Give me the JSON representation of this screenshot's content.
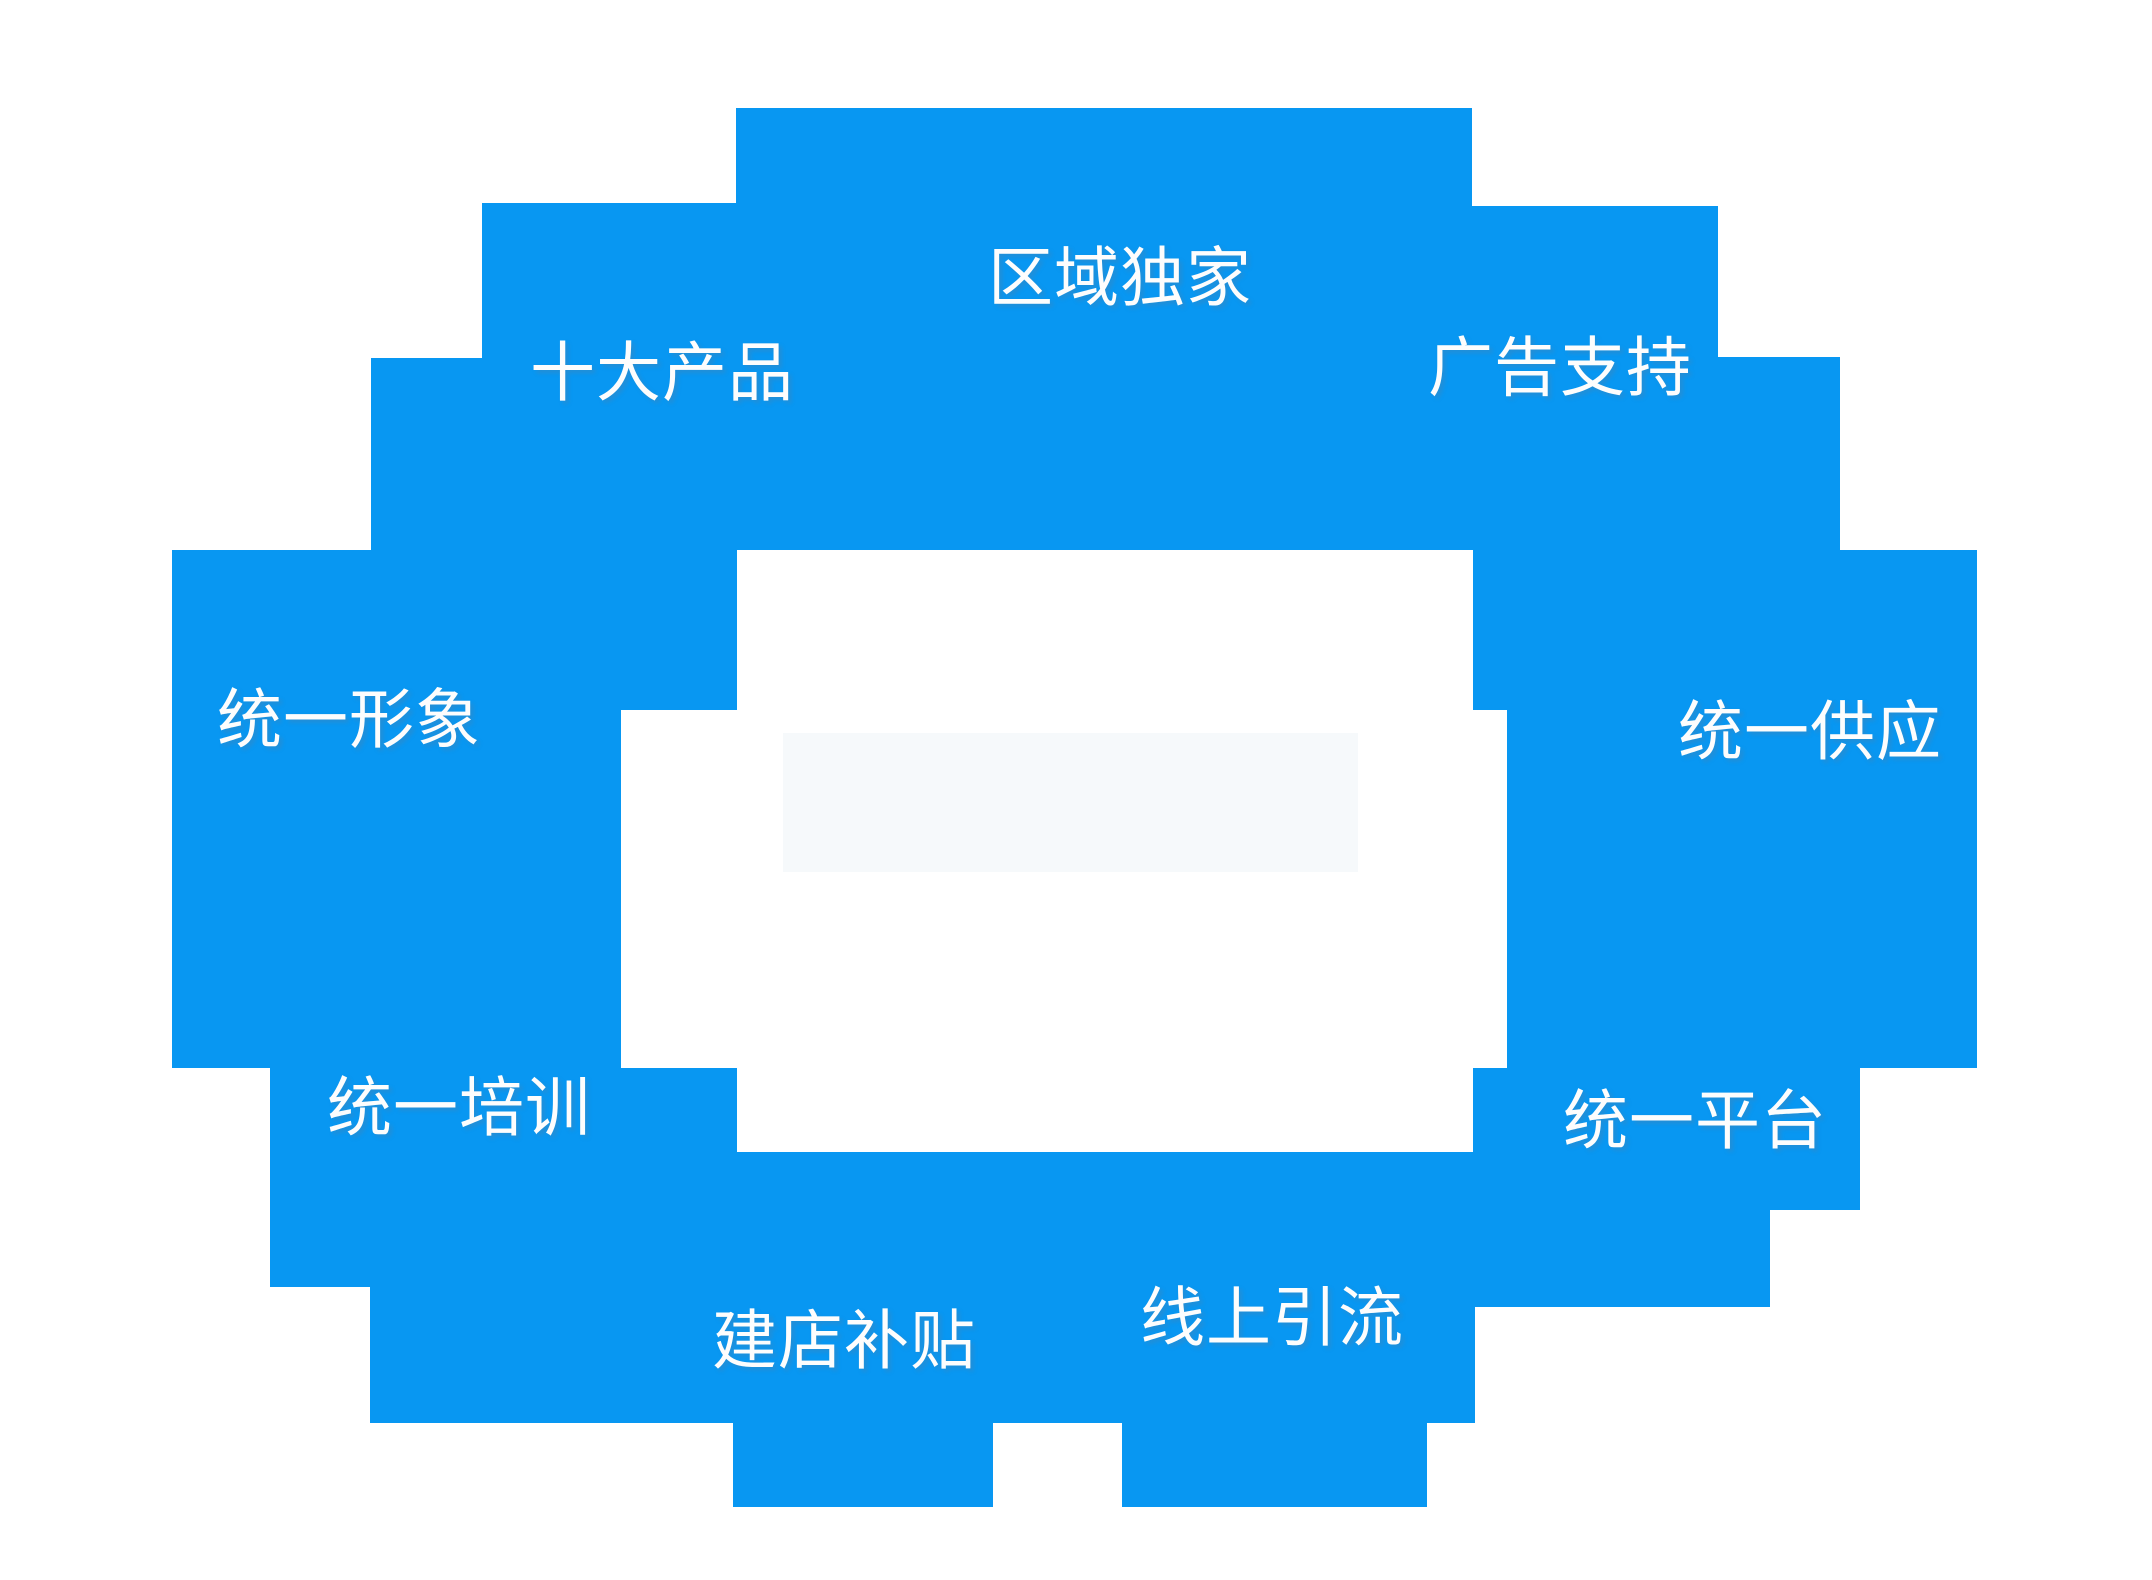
{
  "diagram": {
    "labels": {
      "top": "区域独家",
      "upper_left": "十大产品",
      "upper_right": "广告支持",
      "left": "统一形象",
      "right": "统一供应",
      "lower_left": "统一培训",
      "lower_right": "统一平台",
      "bottom_left": "建店补贴",
      "bottom_right": "线上引流"
    }
  },
  "colors": {
    "block_blue": "#0897f2",
    "text_white": "#fdfdfd",
    "watermark_gray": "#f6f9fb"
  }
}
